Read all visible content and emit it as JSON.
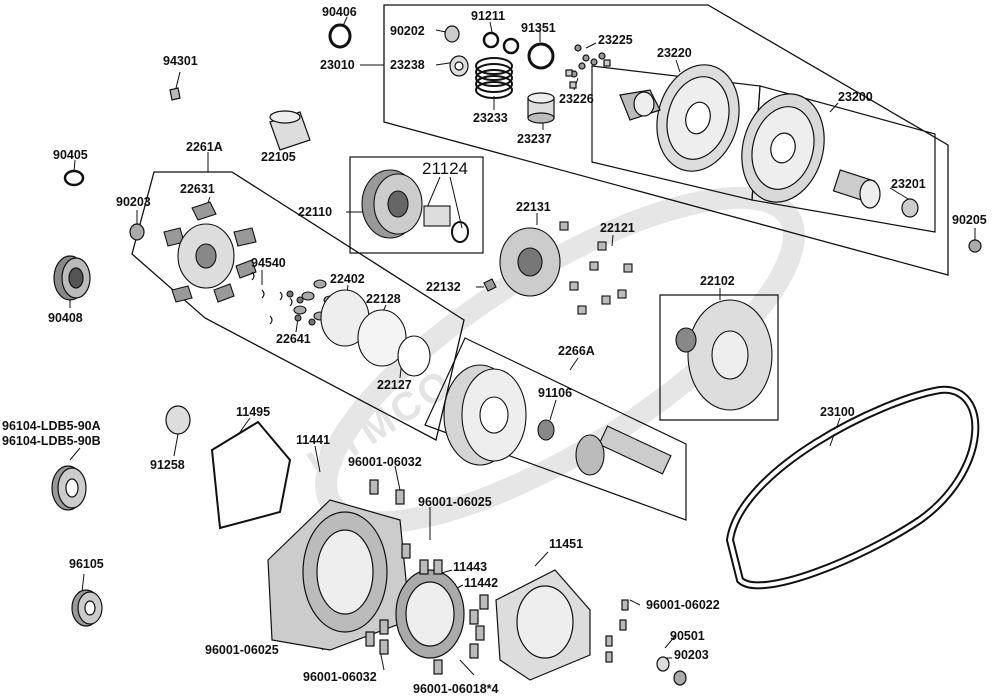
{
  "watermark": {
    "text": "KYMCO"
  },
  "colors": {
    "line": "#111111",
    "part_fill": "#c8c8c8",
    "part_dark": "#555555",
    "watermark": "#e4e4e4"
  },
  "labels": {
    "p90406": "90406",
    "p23010": "23010",
    "p90202": "90202",
    "p91211": "91211",
    "p91351": "91351",
    "p23225": "23225",
    "p23220": "23220",
    "p23200": "23200",
    "p23238": "23238",
    "p23233": "23233",
    "p23226": "23226",
    "p23237": "23237",
    "p23201": "23201",
    "p90205": "90205",
    "p94301": "94301",
    "p90405": "90405",
    "p2261A": "2261A",
    "p22105": "22105",
    "p22631": "22631",
    "p90203a": "90203",
    "p22110": "22110",
    "p21124": "21124",
    "p22131": "22131",
    "p22121": "22121",
    "p94540": "94540",
    "p22402": "22402",
    "p22128": "22128",
    "p22132": "22132",
    "p22102": "22102",
    "p90408": "90408",
    "p22641": "22641",
    "p22127": "22127",
    "p2266A": "2266A",
    "p91106": "91106",
    "p96104a": "96104-LDB5-90A",
    "p96104b": "96104-LDB5-90B",
    "p11495": "11495",
    "p11441": "11441",
    "p23100": "23100",
    "p91258": "91258",
    "p96001_06032a": "96001-06032",
    "p96001_06025a": "96001-06025",
    "p11451": "11451",
    "p96105": "96105",
    "p11443": "11443",
    "p11442": "11442",
    "p96001_06022": "96001-06022",
    "p90501": "90501",
    "p90203b": "90203",
    "p96001_06025b": "96001-06025",
    "p96001_06032b": "96001-06032",
    "p96001_06018": "96001-06018*4"
  }
}
